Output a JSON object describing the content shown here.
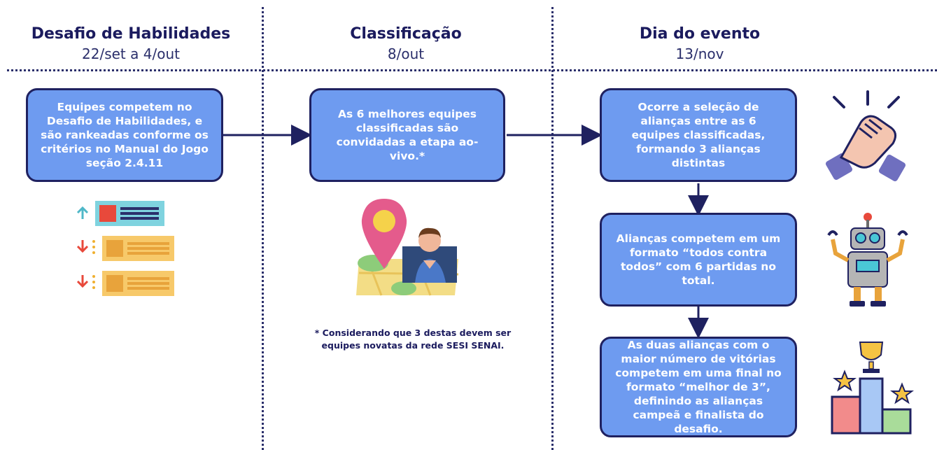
{
  "phases": [
    {
      "title": "Desafio de Habilidades",
      "date": "22/set a 4/out"
    },
    {
      "title": "Classificação",
      "date": "8/out"
    },
    {
      "title": "Dia do evento",
      "date": "13/nov"
    }
  ],
  "boxes": {
    "skills": "Equipes competem no Desafio de Habilidades, e são rankeadas conforme os critérios no Manual do Jogo seção 2.4.11",
    "classification": "As 6 melhores equipes classificadas são convidadas a etapa ao-vivo.*",
    "alliance_selection": "Ocorre a seleção de alianças entre as 6 equipes classificadas, formando 3 alianças distintas",
    "round_robin": "Alianças competem em um formato “todos contra todos” com 6 partidas no total.",
    "final": "As duas alianças com o maior número de vitórias competem em uma final no formato “melhor de 3”, definindo as alianças campeã e finalista do desafio."
  },
  "footnote": "* Considerando que 3 destas devem ser equipes novatas da rede SESI SENAI.",
  "icons": [
    "ranking-list-icon",
    "location-person-icon",
    "handshake-icon",
    "robot-icon",
    "podium-trophy-icon"
  ],
  "colors": {
    "box_fill": "#6e9bf0",
    "box_border": "#1f2160",
    "title": "#1b1b5e"
  }
}
